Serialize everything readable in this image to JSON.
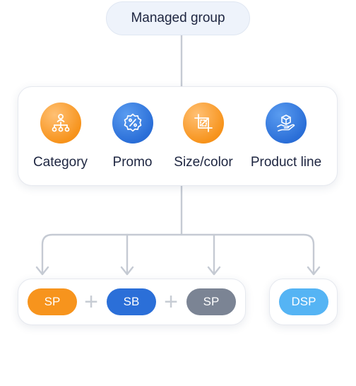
{
  "top_node": {
    "label": "Managed group"
  },
  "types": [
    {
      "label": "Category",
      "icon": "org-chart-icon",
      "color": "#f7941d"
    },
    {
      "label": "Promo",
      "icon": "percent-badge-icon",
      "color": "#2b6fd8"
    },
    {
      "label": "Size/color",
      "icon": "crop-resize-icon",
      "color": "#f7941d"
    },
    {
      "label": "Product line",
      "icon": "hand-box-icon",
      "color": "#2b6fd8"
    }
  ],
  "ad_group": {
    "pills": [
      {
        "label": "SP",
        "color": "#f7941d"
      },
      {
        "label": "SB",
        "color": "#2b6fd8"
      },
      {
        "label": "SP",
        "color": "#7b8494"
      }
    ],
    "operator": "+"
  },
  "dsp": {
    "label": "DSP",
    "color": "#55b4f4"
  },
  "colors": {
    "connector": "#c5cad3",
    "card_border": "#e6e9ef"
  }
}
